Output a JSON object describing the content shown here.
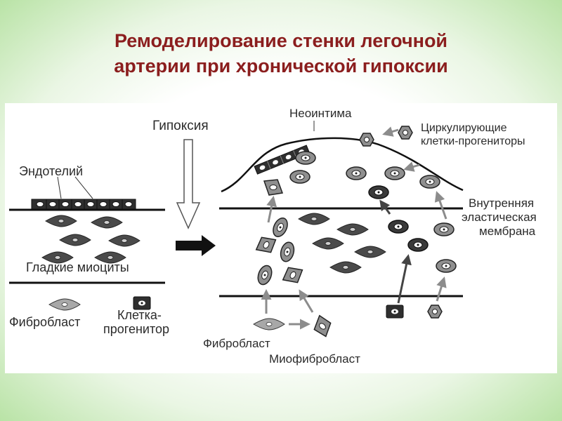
{
  "slide": {
    "title_line1": "Ремоделирование стенки легочной",
    "title_line2": "артерии при хронической гипоксии"
  },
  "diagram": {
    "label_hypoxia": "Гипоксия",
    "label_endothelium": "Эндотелий",
    "label_smooth_myocytes": "Гладкие миоциты",
    "label_fibroblast_left": "Фибробласт",
    "label_progenitor_line1": "Клетка-",
    "label_progenitor_line2": "прогенитор",
    "label_neointima": "Неоинтима",
    "label_circulating_line1": "Циркулирующие",
    "label_circulating_line2": "клетки-прогениторы",
    "label_iem_line1": "Внутренняя",
    "label_iem_line2": "эластическая",
    "label_iem_line3": "мембрана",
    "label_fibroblast_right": "Фибробласт",
    "label_myofibroblast": "Миофибробласт"
  },
  "colors": {
    "title": "#8b1e1e",
    "cell_gray": "#7a7a7a",
    "cell_dark": "#3a3a3a",
    "arrow_gray": "#8c8c8c",
    "background_green": "#b9e3a6"
  }
}
